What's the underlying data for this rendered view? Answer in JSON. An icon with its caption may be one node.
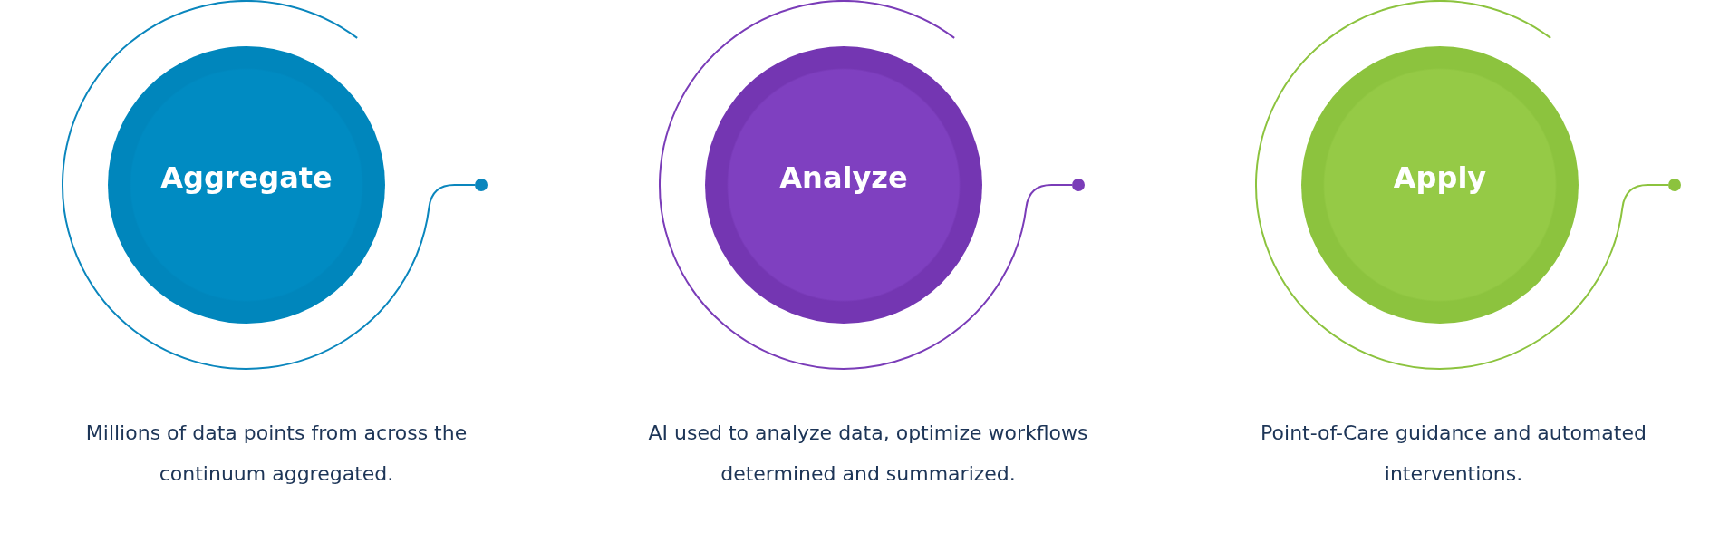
{
  "diagram": {
    "nodes": [
      {
        "text": [
          "Aggregate"
        ]
      },
      {
        "text": [
          "Analyze"
        ]
      },
      {
        "text": [
          "Apply"
        ]
      }
    ],
    "labels": [
      "Millions of data points from across the continuum aggregated.",
      "AI used to analyze data, optimize workflows determined and summarized.",
      "Point-of-Care guidance and automated interventions."
    ]
  }
}
